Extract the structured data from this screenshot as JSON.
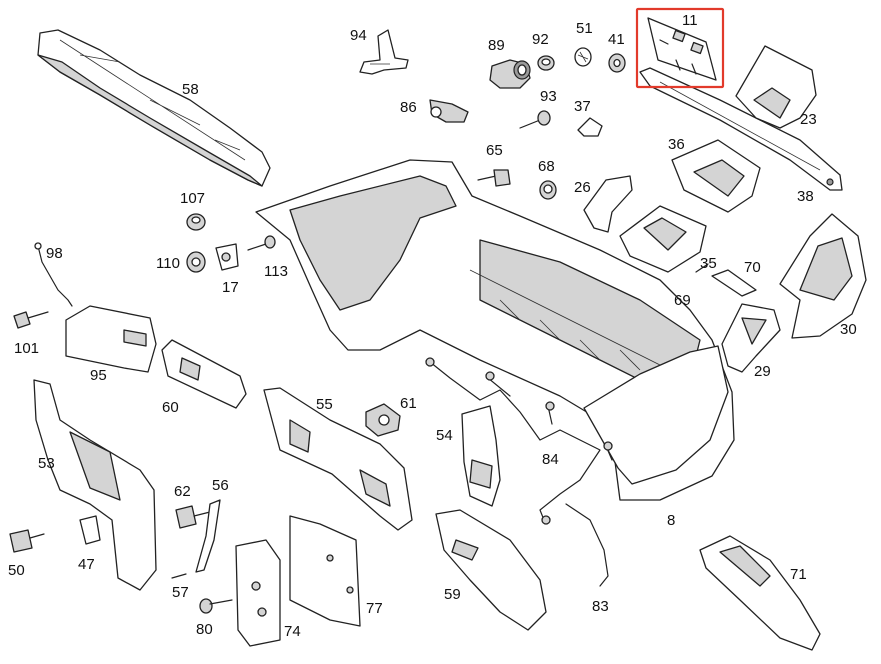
{
  "diagram": {
    "highlight": {
      "part": "11",
      "color": "#e23a2b"
    },
    "callouts": [
      {
        "id": "11",
        "label": "11"
      },
      {
        "id": "94",
        "label": "94"
      },
      {
        "id": "89",
        "label": "89"
      },
      {
        "id": "92",
        "label": "92"
      },
      {
        "id": "51",
        "label": "51"
      },
      {
        "id": "41",
        "label": "41"
      },
      {
        "id": "58",
        "label": "58"
      },
      {
        "id": "86",
        "label": "86"
      },
      {
        "id": "93",
        "label": "93"
      },
      {
        "id": "37",
        "label": "37"
      },
      {
        "id": "23",
        "label": "23"
      },
      {
        "id": "65",
        "label": "65"
      },
      {
        "id": "68",
        "label": "68"
      },
      {
        "id": "36",
        "label": "36"
      },
      {
        "id": "38",
        "label": "38"
      },
      {
        "id": "107",
        "label": "107"
      },
      {
        "id": "26",
        "label": "26"
      },
      {
        "id": "98",
        "label": "98"
      },
      {
        "id": "110",
        "label": "110"
      },
      {
        "id": "113",
        "label": "113"
      },
      {
        "id": "17",
        "label": "17"
      },
      {
        "id": "35",
        "label": "35"
      },
      {
        "id": "70",
        "label": "70"
      },
      {
        "id": "69",
        "label": "69"
      },
      {
        "id": "101",
        "label": "101"
      },
      {
        "id": "30",
        "label": "30"
      },
      {
        "id": "95",
        "label": "95"
      },
      {
        "id": "29",
        "label": "29"
      },
      {
        "id": "60",
        "label": "60"
      },
      {
        "id": "55",
        "label": "55"
      },
      {
        "id": "61",
        "label": "61"
      },
      {
        "id": "53",
        "label": "53"
      },
      {
        "id": "54",
        "label": "54"
      },
      {
        "id": "84",
        "label": "84"
      },
      {
        "id": "62",
        "label": "62"
      },
      {
        "id": "56",
        "label": "56"
      },
      {
        "id": "8",
        "label": "8"
      },
      {
        "id": "50",
        "label": "50"
      },
      {
        "id": "47",
        "label": "47"
      },
      {
        "id": "71",
        "label": "71"
      },
      {
        "id": "57",
        "label": "57"
      },
      {
        "id": "59",
        "label": "59"
      },
      {
        "id": "77",
        "label": "77"
      },
      {
        "id": "83",
        "label": "83"
      },
      {
        "id": "80",
        "label": "80"
      },
      {
        "id": "74",
        "label": "74"
      }
    ]
  }
}
